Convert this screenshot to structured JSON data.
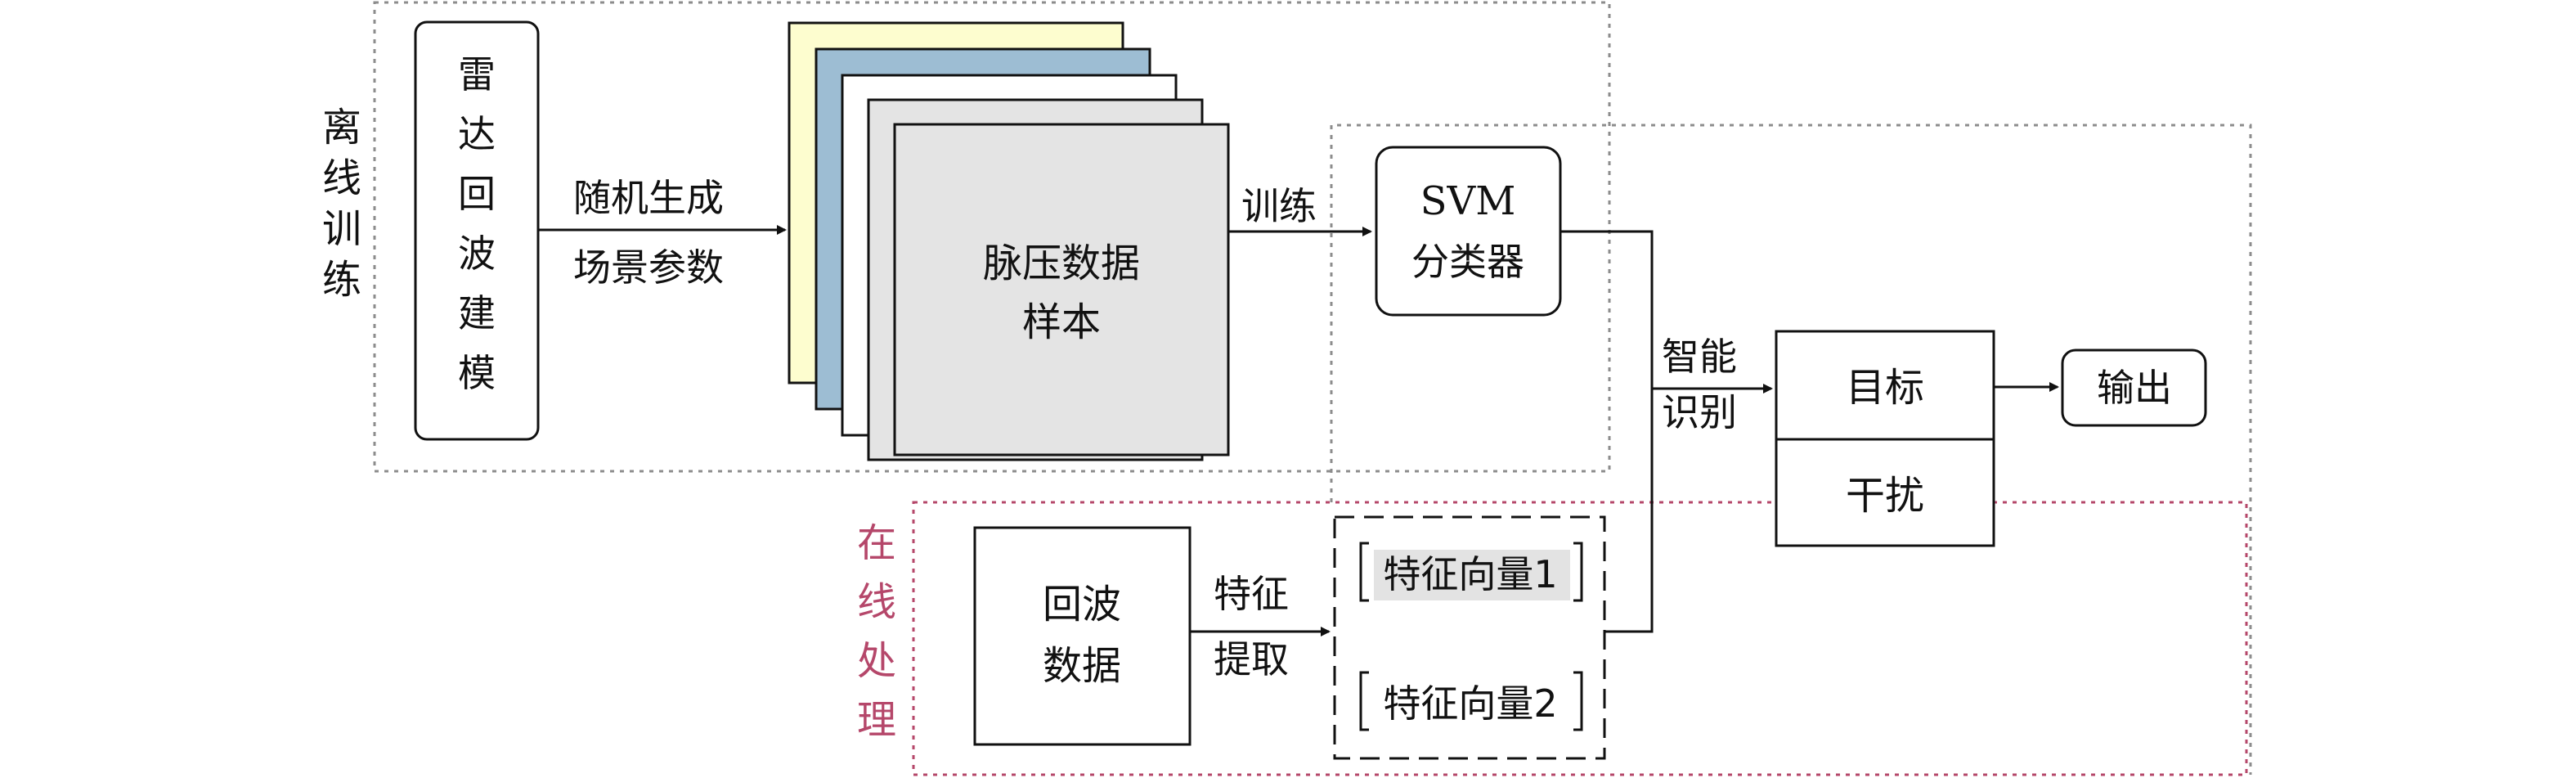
{
  "offline_label": [
    "离",
    "线",
    "训",
    "练"
  ],
  "online_label": [
    "在",
    "线",
    "处",
    "理"
  ],
  "radar_modeling": [
    "雷",
    "达",
    "回",
    "波",
    "建",
    "模"
  ],
  "random_params": {
    "line1": "随机生成",
    "line2": "场景参数"
  },
  "pulse_samples": {
    "line1": "脉压数据",
    "line2": "样本"
  },
  "train_label": "训练",
  "svm": {
    "line1": "SVM",
    "line2": "分类器"
  },
  "smart_recognition": {
    "line1": "智能",
    "line2": "识别"
  },
  "result": {
    "target": "目标",
    "interference": "干扰"
  },
  "output": "输出",
  "echo_data": {
    "line1": "回波",
    "line2": "数据"
  },
  "feature_extraction": {
    "line1": "特征",
    "line2": "提取"
  },
  "feature_vectors": [
    "特征向量1",
    "特征向量2"
  ],
  "colors": {
    "stroke": "#111111",
    "dotted": "#8c8c8c",
    "online_border": "#b5476a",
    "online_text": "#b5476a",
    "card_yellow": "#fdfdcf",
    "card_blue": "#9dbdd3",
    "card_white": "#ffffff",
    "card_gray": "#e4e4e4",
    "highlight": "#e3e3e3"
  }
}
